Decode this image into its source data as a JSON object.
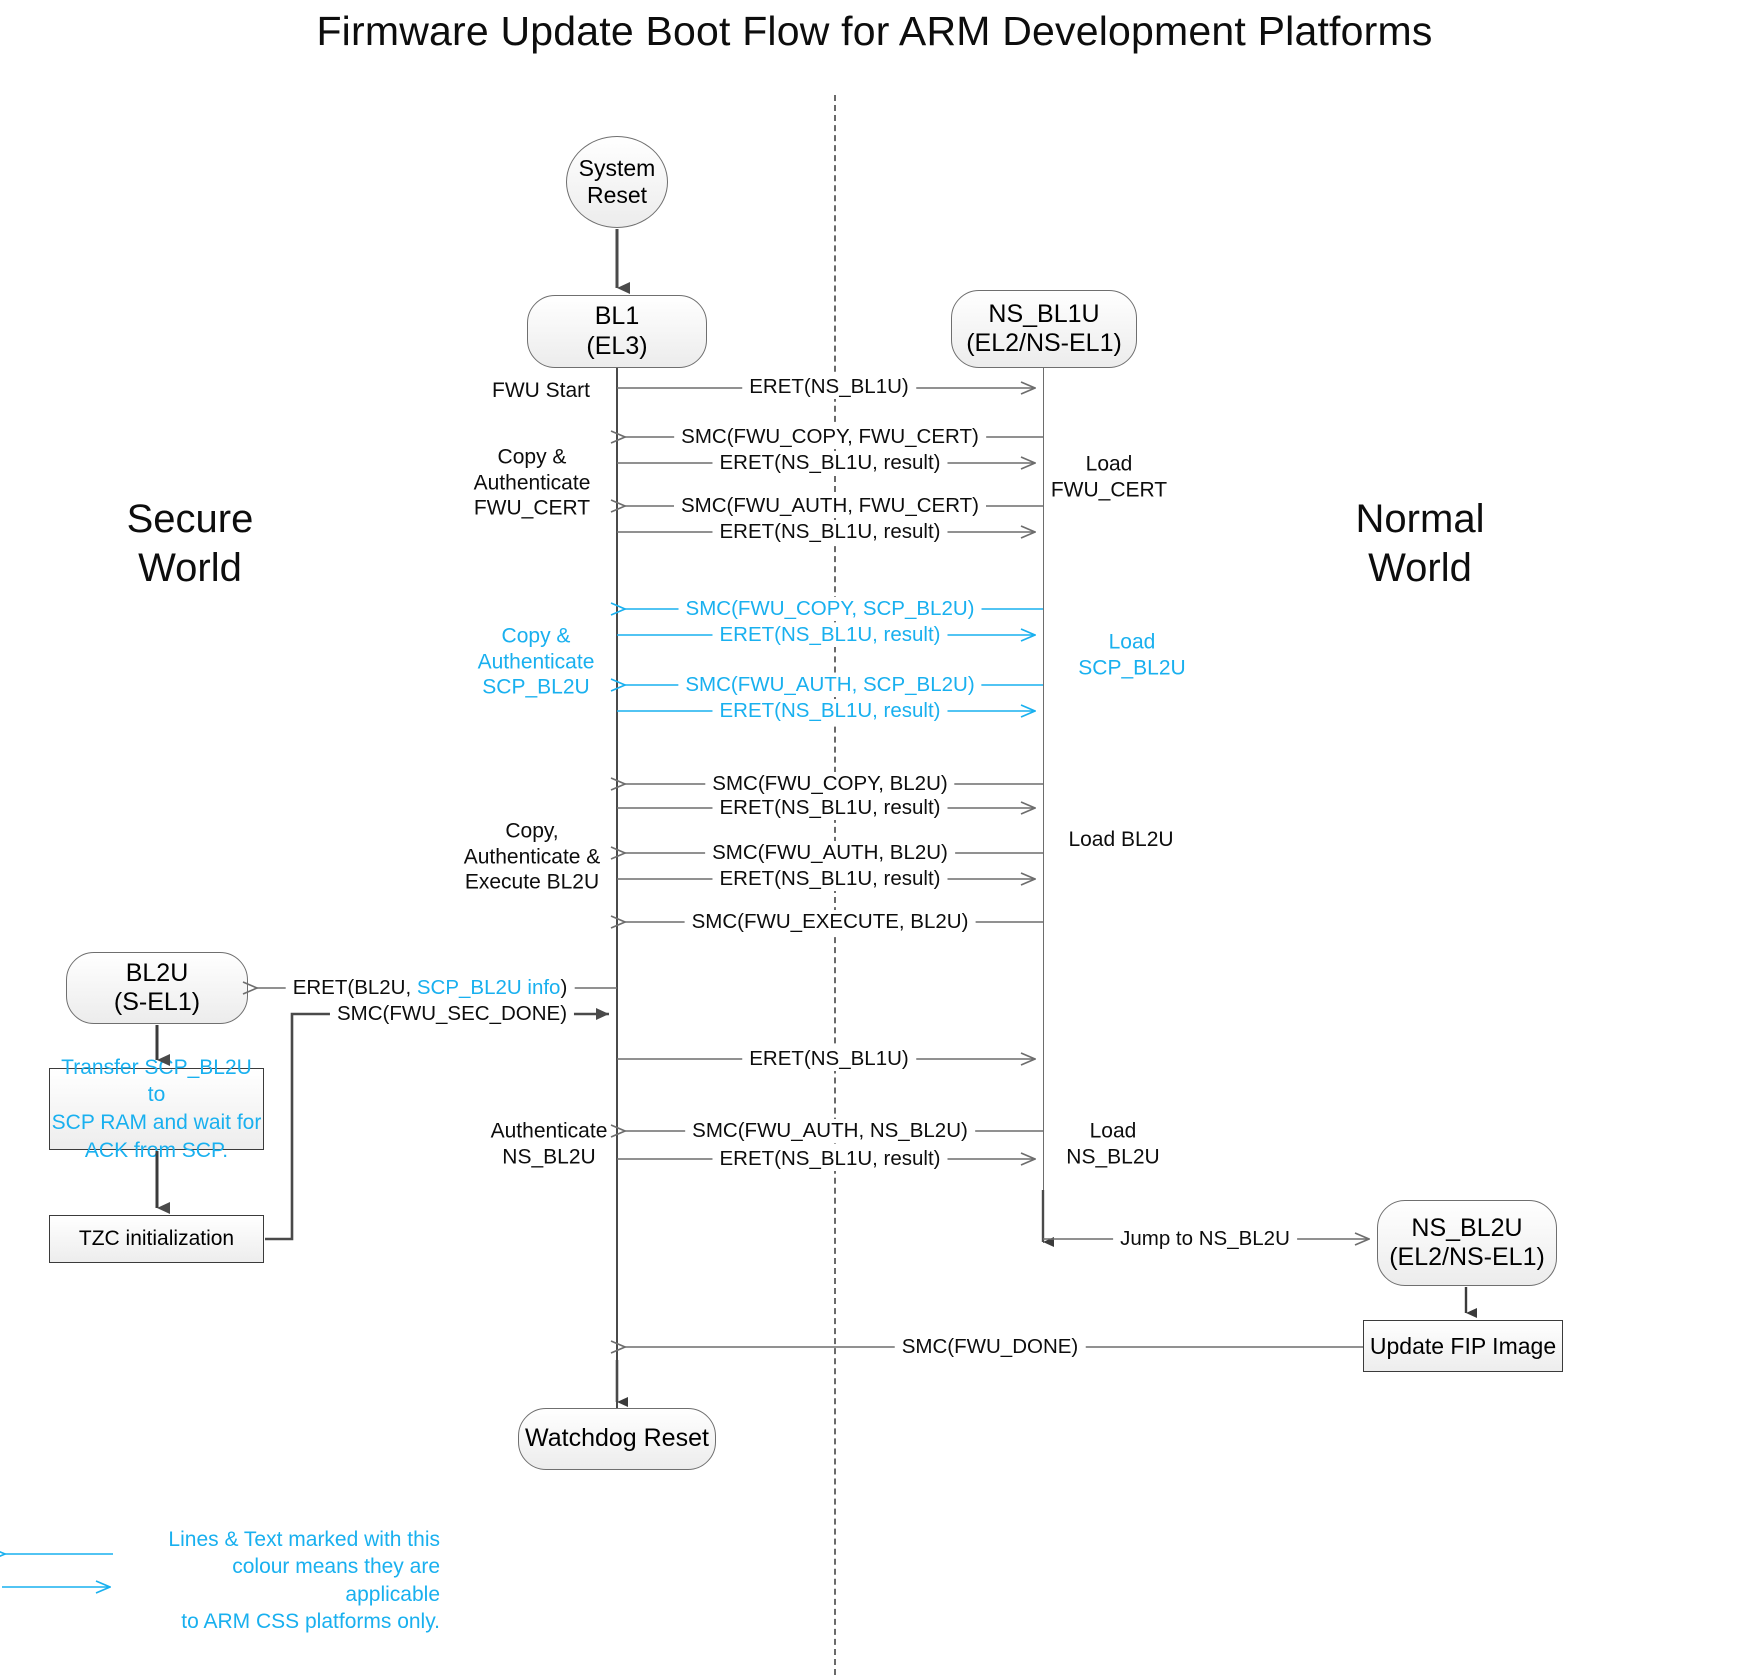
{
  "title": "Firmware Update Boot Flow for ARM Development Platforms",
  "colors": {
    "cyan": "#19b0ef",
    "line": "#6d6d6d",
    "text": "#0d0d0d",
    "node_border": "#6f6f6f"
  },
  "worlds": {
    "secure": "Secure\nWorld",
    "secure_l1": "Secure",
    "secure_l2": "World",
    "normal_l1": "Normal",
    "normal_l2": "World"
  },
  "nodes": {
    "system_reset": {
      "line1": "System",
      "line2": "Reset"
    },
    "bl1": {
      "line1": "BL1",
      "line2": "(EL3)"
    },
    "ns_bl1u": {
      "line1": "NS_BL1U",
      "line2": "(EL2/NS-EL1)"
    },
    "bl2u": {
      "line1": "BL2U",
      "line2": "(S-EL1)"
    },
    "ns_bl2u": {
      "line1": "NS_BL2U",
      "line2": "(EL2/NS-EL1)"
    },
    "watchdog_reset": {
      "line1": "Watchdog Reset"
    },
    "update_fip": {
      "line1": "Update FIP Image"
    },
    "transfer_scp": {
      "line1": "Transfer SCP_BL2U to",
      "line2": "SCP RAM and wait for",
      "line3": "ACK from SCP."
    },
    "tzc_init": {
      "line1": "TZC initialization"
    }
  },
  "messages": [
    {
      "id": "m1",
      "label": "ERET(NS_BL1U)",
      "dir": "right",
      "color": "black"
    },
    {
      "id": "m2",
      "label": "SMC(FWU_COPY, FWU_CERT)",
      "dir": "left",
      "color": "black"
    },
    {
      "id": "m3",
      "label": "ERET(NS_BL1U, result)",
      "dir": "right",
      "color": "black"
    },
    {
      "id": "m4",
      "label": "SMC(FWU_AUTH, FWU_CERT)",
      "dir": "left",
      "color": "black"
    },
    {
      "id": "m5",
      "label": "ERET(NS_BL1U, result)",
      "dir": "right",
      "color": "black"
    },
    {
      "id": "m6",
      "label": "SMC(FWU_COPY, SCP_BL2U)",
      "dir": "left",
      "color": "cyan"
    },
    {
      "id": "m7",
      "label": "ERET(NS_BL1U, result)",
      "dir": "right",
      "color": "cyan"
    },
    {
      "id": "m8",
      "label": "SMC(FWU_AUTH, SCP_BL2U)",
      "dir": "left",
      "color": "cyan"
    },
    {
      "id": "m9",
      "label": "ERET(NS_BL1U, result)",
      "dir": "right",
      "color": "cyan"
    },
    {
      "id": "m10",
      "label": "SMC(FWU_COPY, BL2U)",
      "dir": "left",
      "color": "black"
    },
    {
      "id": "m11",
      "label": "ERET(NS_BL1U, result)",
      "dir": "right",
      "color": "black"
    },
    {
      "id": "m12",
      "label": "SMC(FWU_AUTH, BL2U)",
      "dir": "left",
      "color": "black"
    },
    {
      "id": "m13",
      "label": "ERET(NS_BL1U, result)",
      "dir": "right",
      "color": "black"
    },
    {
      "id": "m14",
      "label": "SMC(FWU_EXECUTE, BL2U)",
      "dir": "left",
      "color": "black"
    },
    {
      "id": "m15",
      "label_pre": "ERET(BL2U, ",
      "label_cy": "SCP_BL2U info",
      "label_post": ")",
      "dir": "left",
      "color": "mixed"
    },
    {
      "id": "m16",
      "label": "SMC(FWU_SEC_DONE)",
      "dir": "right",
      "color": "black"
    },
    {
      "id": "m17",
      "label": "ERET(NS_BL1U)",
      "dir": "right",
      "color": "black"
    },
    {
      "id": "m18",
      "label": "SMC(FWU_AUTH, NS_BL2U)",
      "dir": "left",
      "color": "black"
    },
    {
      "id": "m19",
      "label": "ERET(NS_BL1U, result)",
      "dir": "right",
      "color": "black"
    },
    {
      "id": "m20",
      "label": "Jump to NS_BL2U",
      "dir": "right",
      "color": "black"
    },
    {
      "id": "m21",
      "label": "SMC(FWU_DONE)",
      "dir": "left",
      "color": "black"
    }
  ],
  "side_labels": {
    "fwu_start": "FWU Start",
    "copy_auth_cert_1": "Copy &",
    "copy_auth_cert_2": "Authenticate",
    "copy_auth_cert_3": "FWU_CERT",
    "load_fwu_cert_1": "Load",
    "load_fwu_cert_2": "FWU_CERT",
    "copy_auth_scp_1": "Copy &",
    "copy_auth_scp_2": "Authenticate",
    "copy_auth_scp_3": "SCP_BL2U",
    "load_scp_1": "Load",
    "load_scp_2": "SCP_BL2U",
    "copy_auth_exec_1": "Copy,",
    "copy_auth_exec_2": "Authenticate &",
    "copy_auth_exec_3": "Execute BL2U",
    "load_bl2u": "Load BL2U",
    "auth_nsbl2u_1": "Authenticate",
    "auth_nsbl2u_2": "NS_BL2U",
    "load_nsbl2u_1": "Load",
    "load_nsbl2u_2": "NS_BL2U"
  },
  "legend": {
    "line1": "Lines & Text marked with this",
    "line2": "colour means they are applicable",
    "line3": "to ARM CSS platforms only."
  }
}
